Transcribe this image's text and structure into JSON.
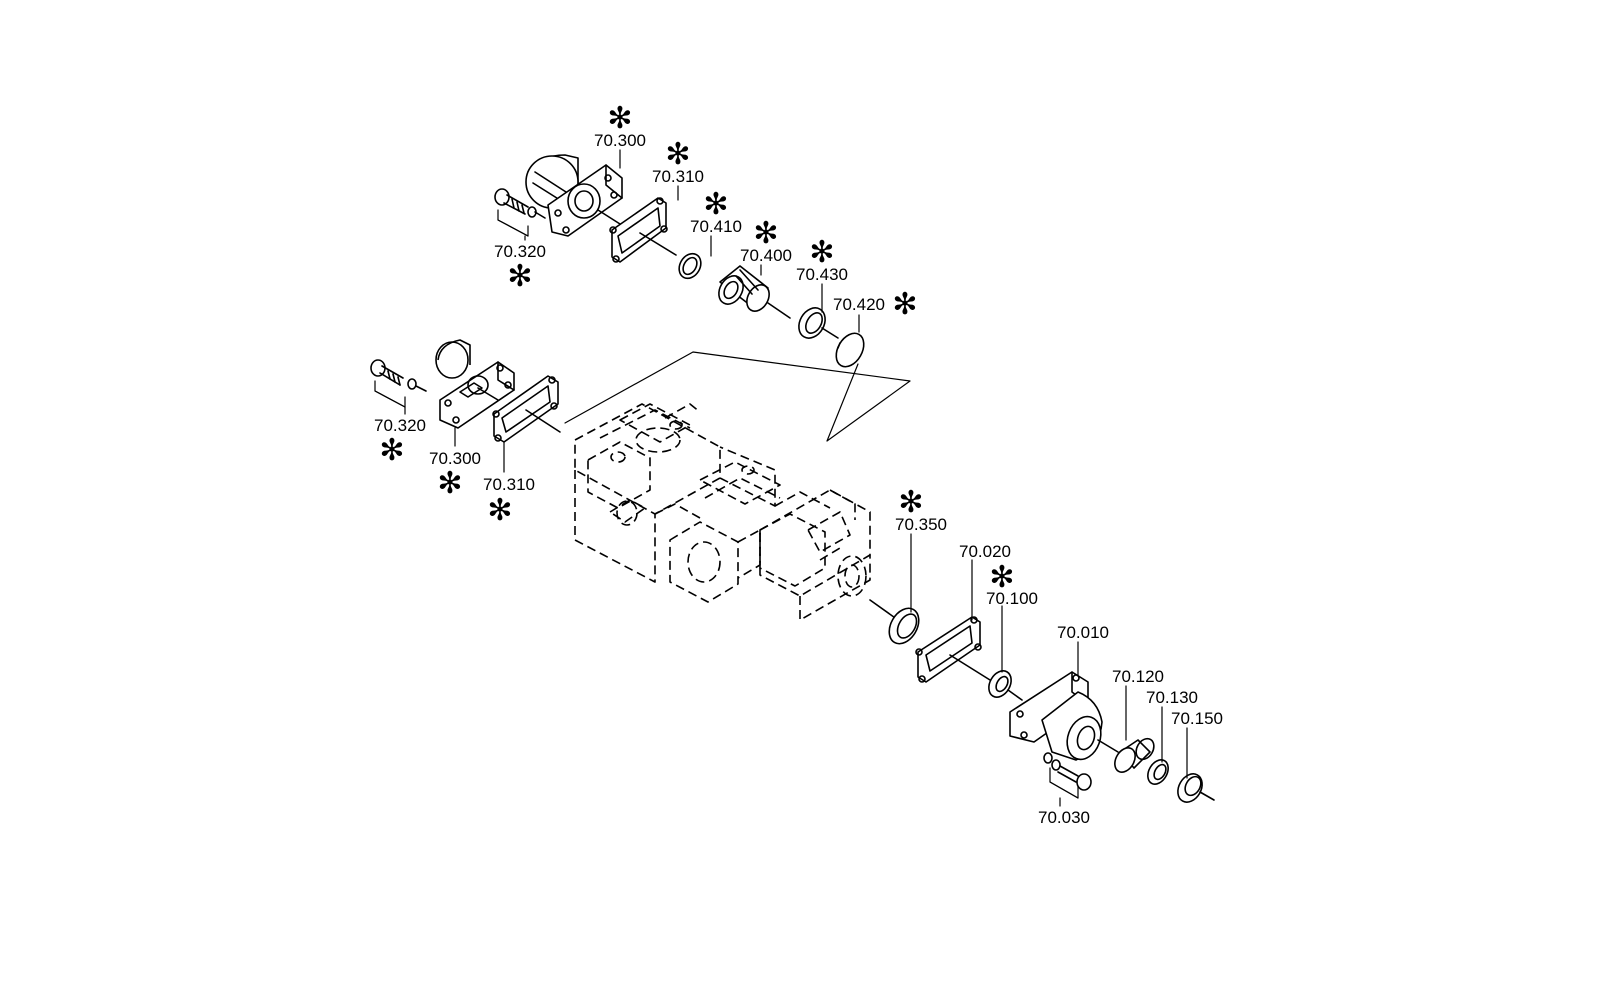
{
  "labels": [
    {
      "id": "p70300a",
      "text": "70.300",
      "star": true
    },
    {
      "id": "p70310a",
      "text": "70.310",
      "star": true
    },
    {
      "id": "p70410",
      "text": "70.410",
      "star": true
    },
    {
      "id": "p70400",
      "text": "70.400",
      "star": true
    },
    {
      "id": "p70430",
      "text": "70.430",
      "star": true
    },
    {
      "id": "p70420",
      "text": "70.420",
      "star": true
    },
    {
      "id": "p70320a",
      "text": "70.320",
      "star": true
    },
    {
      "id": "p70320b",
      "text": "70.320",
      "star": true
    },
    {
      "id": "p70300b",
      "text": "70.300",
      "star": true
    },
    {
      "id": "p70310b",
      "text": "70.310",
      "star": true
    },
    {
      "id": "p70350",
      "text": "70.350",
      "star": true
    },
    {
      "id": "p70020",
      "text": "70.020",
      "star": false
    },
    {
      "id": "p70100",
      "text": "70.100",
      "star": true
    },
    {
      "id": "p70010",
      "text": "70.010",
      "star": false
    },
    {
      "id": "p70120",
      "text": "70.120",
      "star": false
    },
    {
      "id": "p70130",
      "text": "70.130",
      "star": false
    },
    {
      "id": "p70150",
      "text": "70.150",
      "star": false
    },
    {
      "id": "p70030",
      "text": "70.030",
      "star": false
    }
  ],
  "star_symbol": "✻"
}
